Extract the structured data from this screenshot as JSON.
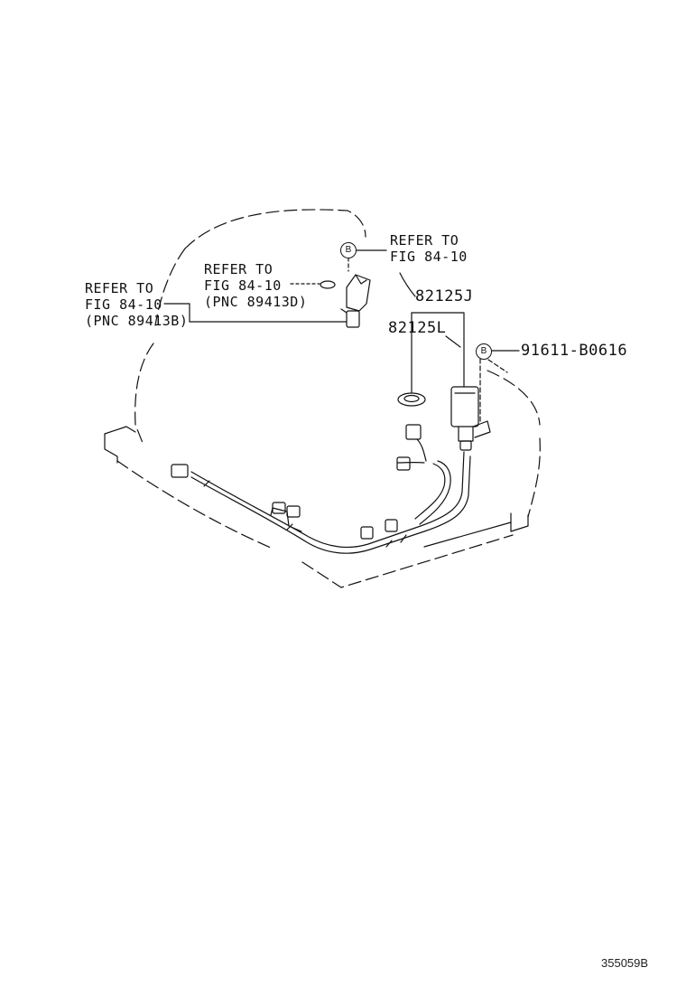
{
  "callouts": {
    "refer_left": {
      "line1": "REFER TO",
      "line2": "FIG 84-10",
      "line3": "(PNC 89413B)"
    },
    "refer_middle": {
      "line1": "REFER TO",
      "line2": "FIG 84-10",
      "line3": "(PNC 89413D)"
    },
    "refer_top_right": {
      "line1": "REFER TO",
      "line2": "FIG 84-10"
    }
  },
  "parts": {
    "sensor": "82125J",
    "oring": "82125L",
    "bolt": "91611-B0616"
  },
  "badges": {
    "top": "B",
    "bolt": "B"
  },
  "illustration_code": "355059B",
  "colors": {
    "line": "#111111",
    "background": "#ffffff"
  }
}
